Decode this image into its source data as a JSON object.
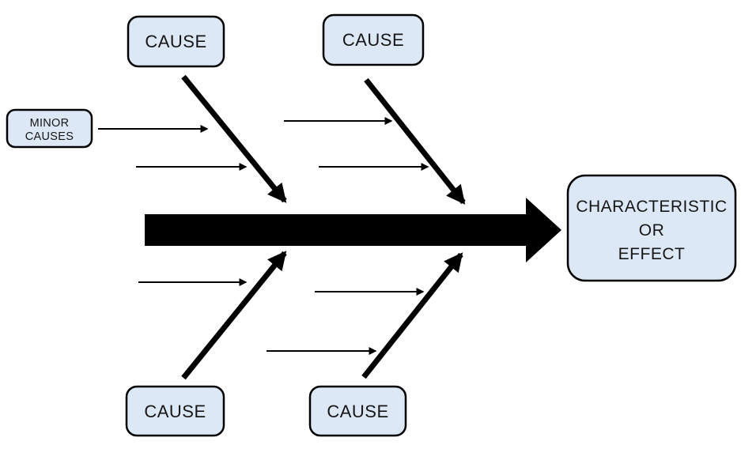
{
  "diagram": {
    "type": "fishbone-cause-effect",
    "colors": {
      "background": "#ffffff",
      "box_fill": "#dce8f5",
      "box_border": "#000000",
      "arrow": "#000000",
      "text": "#161616"
    },
    "boxes": {
      "cause_top_left": {
        "label": "CAUSE"
      },
      "cause_top_right": {
        "label": "CAUSE"
      },
      "cause_bottom_left": {
        "label": "CAUSE"
      },
      "cause_bottom_right": {
        "label": "CAUSE"
      },
      "minor_causes": {
        "line1": "MINOR",
        "line2": "CAUSES"
      },
      "effect": {
        "line1": "CHARACTERISTIC",
        "line2": "OR",
        "line3": "EFFECT"
      }
    }
  }
}
